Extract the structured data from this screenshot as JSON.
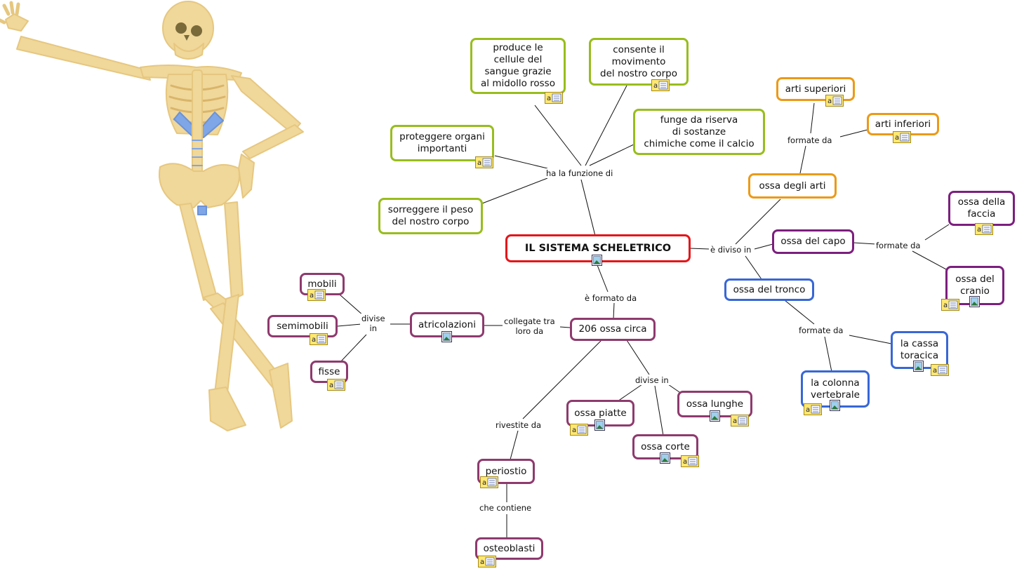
{
  "nodes": {
    "root": "IL SISTEMA SCHELETRICO",
    "produce": "produce le\ncellule del\nsangue grazie\nal midollo rosso",
    "consente": "consente il\nmovimento\ndel nostro corpo",
    "funge": "funge da riserva\ndi sostanze\nchimiche come il calcio",
    "proteggere": "proteggere organi\nimportanti",
    "sorreggere": "sorreggere il peso\ndel nostro corpo",
    "arti_superiori": "arti superiori",
    "arti_inferiori": "arti inferiori",
    "ossa_arti": "ossa degli arti",
    "ossa_capo": "ossa del capo",
    "ossa_faccia": "ossa della\nfaccia",
    "ossa_cranio": "ossa del\ncranio",
    "ossa_tronco": "ossa del tronco",
    "cassa_toracica": "la cassa\ntoracica",
    "colonna": "la colonna\nvertebrale",
    "ossa_circa": "206 ossa circa",
    "atricolazioni": "atricolazioni",
    "mobili": "mobili",
    "semimobili": "semimobili",
    "fisse": "fisse",
    "ossa_piatte": "ossa piatte",
    "ossa_lunghe": "ossa lunghe",
    "ossa_corte": "ossa corte",
    "periostio": "periostio",
    "osteoblasti": "osteoblasti"
  },
  "links": {
    "ha_funzione": "ha la funzione di",
    "diviso_in": "è diviso in",
    "formate_da_arti": "formate da",
    "formate_da_capo": "formate da",
    "formate_da_tronco": "formate da",
    "formato_da": "è formato da",
    "collegate": "collegate tra\nloro da",
    "divise_in_art": "divise\nin",
    "divise_in_ossa": "divise in",
    "rivestite": "rivestite da",
    "contiene": "che contiene"
  },
  "colors": {
    "root": "#e4161a",
    "green": "#98bd1d",
    "orange": "#eb9a17",
    "purple": "#7c1f7e",
    "blue": "#3867d6",
    "plum": "#8e3a6e",
    "bone": "#f0d79a",
    "cartilage": "#7fa6e6"
  },
  "icons": [
    "note-icon",
    "image-icon",
    "skeleton-illustration"
  ]
}
